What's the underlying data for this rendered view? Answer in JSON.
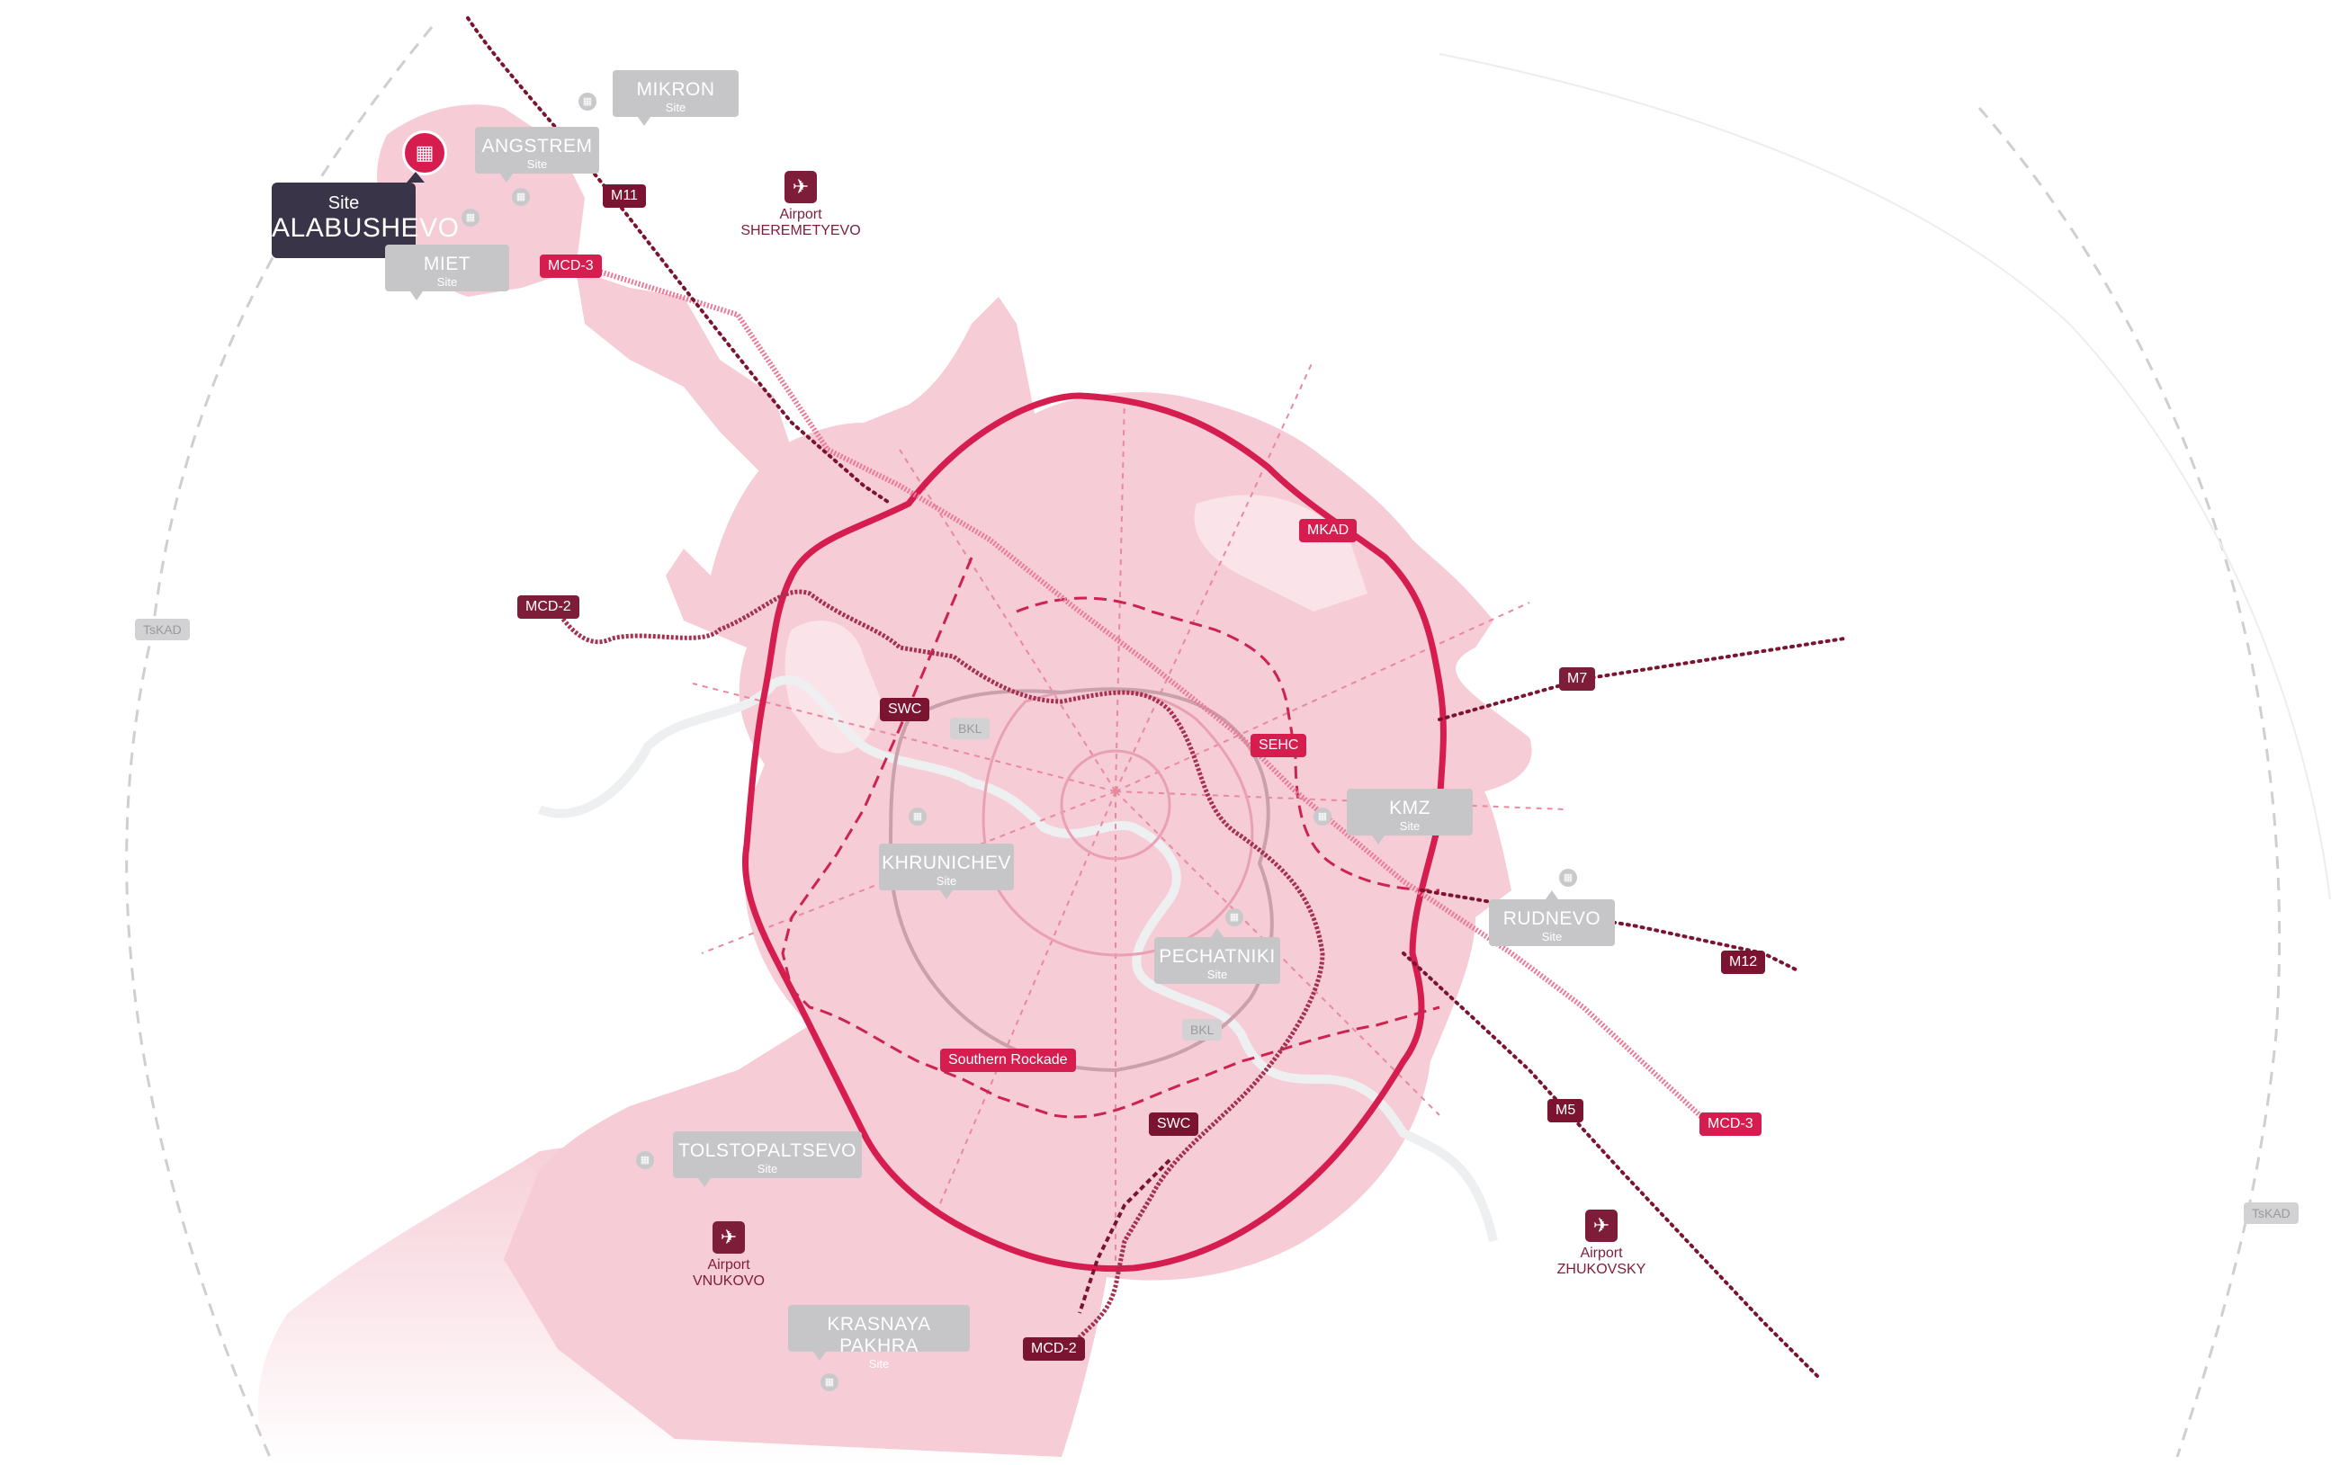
{
  "main_site": {
    "subtitle": "Site",
    "name": "ALABUSHEVO",
    "icon": "building-icon"
  },
  "sites": [
    {
      "key": "mikron",
      "name": "MIKRON",
      "sub": "Site"
    },
    {
      "key": "angstrem",
      "name": "ANGSTREM",
      "sub": "Site"
    },
    {
      "key": "miet",
      "name": "MIET",
      "sub": "Site"
    },
    {
      "key": "kmz",
      "name": "KMZ",
      "sub": "Site"
    },
    {
      "key": "khrunichev",
      "name": "KHRUNICHEV",
      "sub": "Site"
    },
    {
      "key": "rudnevo",
      "name": "RUDNEVO",
      "sub": "Site"
    },
    {
      "key": "pechatniki",
      "name": "PECHATNIKI",
      "sub": "Site"
    },
    {
      "key": "tolstopaltsevo",
      "name": "TOLSTOPALTSEVO",
      "sub": "Site"
    },
    {
      "key": "krasnaya_pakhra",
      "name": "KRASNAYA PAKHRA",
      "sub": "Site"
    }
  ],
  "airports": [
    {
      "key": "sheremetyevo",
      "label": "Airport",
      "name": "SHEREMETYEVO",
      "icon": "plane-icon"
    },
    {
      "key": "vnukovo",
      "label": "Airport",
      "name": "VNUKOVO",
      "icon": "plane-icon"
    },
    {
      "key": "zhukovsky",
      "label": "Airport",
      "name": "ZHUKOVSKY",
      "icon": "plane-icon"
    }
  ],
  "roads": {
    "m11": "M11",
    "m7": "M7",
    "m12": "M12",
    "m5": "M5",
    "mkad": "MKAD",
    "sehc": "SEHC",
    "swc_north": "SWC",
    "swc_south": "SWC",
    "southern_rockade": "Southern Rockade",
    "bkl_north": "BKL",
    "bkl_south": "BKL",
    "tskad_west": "TsKAD",
    "tskad_east": "TsKAD"
  },
  "rail": {
    "mcd3_north": "MCD-3",
    "mcd3_south": "MCD-3",
    "mcd2_north": "MCD-2",
    "mcd2_south": "MCD-2"
  },
  "colors": {
    "mkad": "#d61d4f",
    "city_fill": "#f6ccd6",
    "road_dark": "#7a1430",
    "label_grey": "#c6c6c8",
    "main_site_bg": "#3a3448",
    "river": "#eef0f0"
  }
}
